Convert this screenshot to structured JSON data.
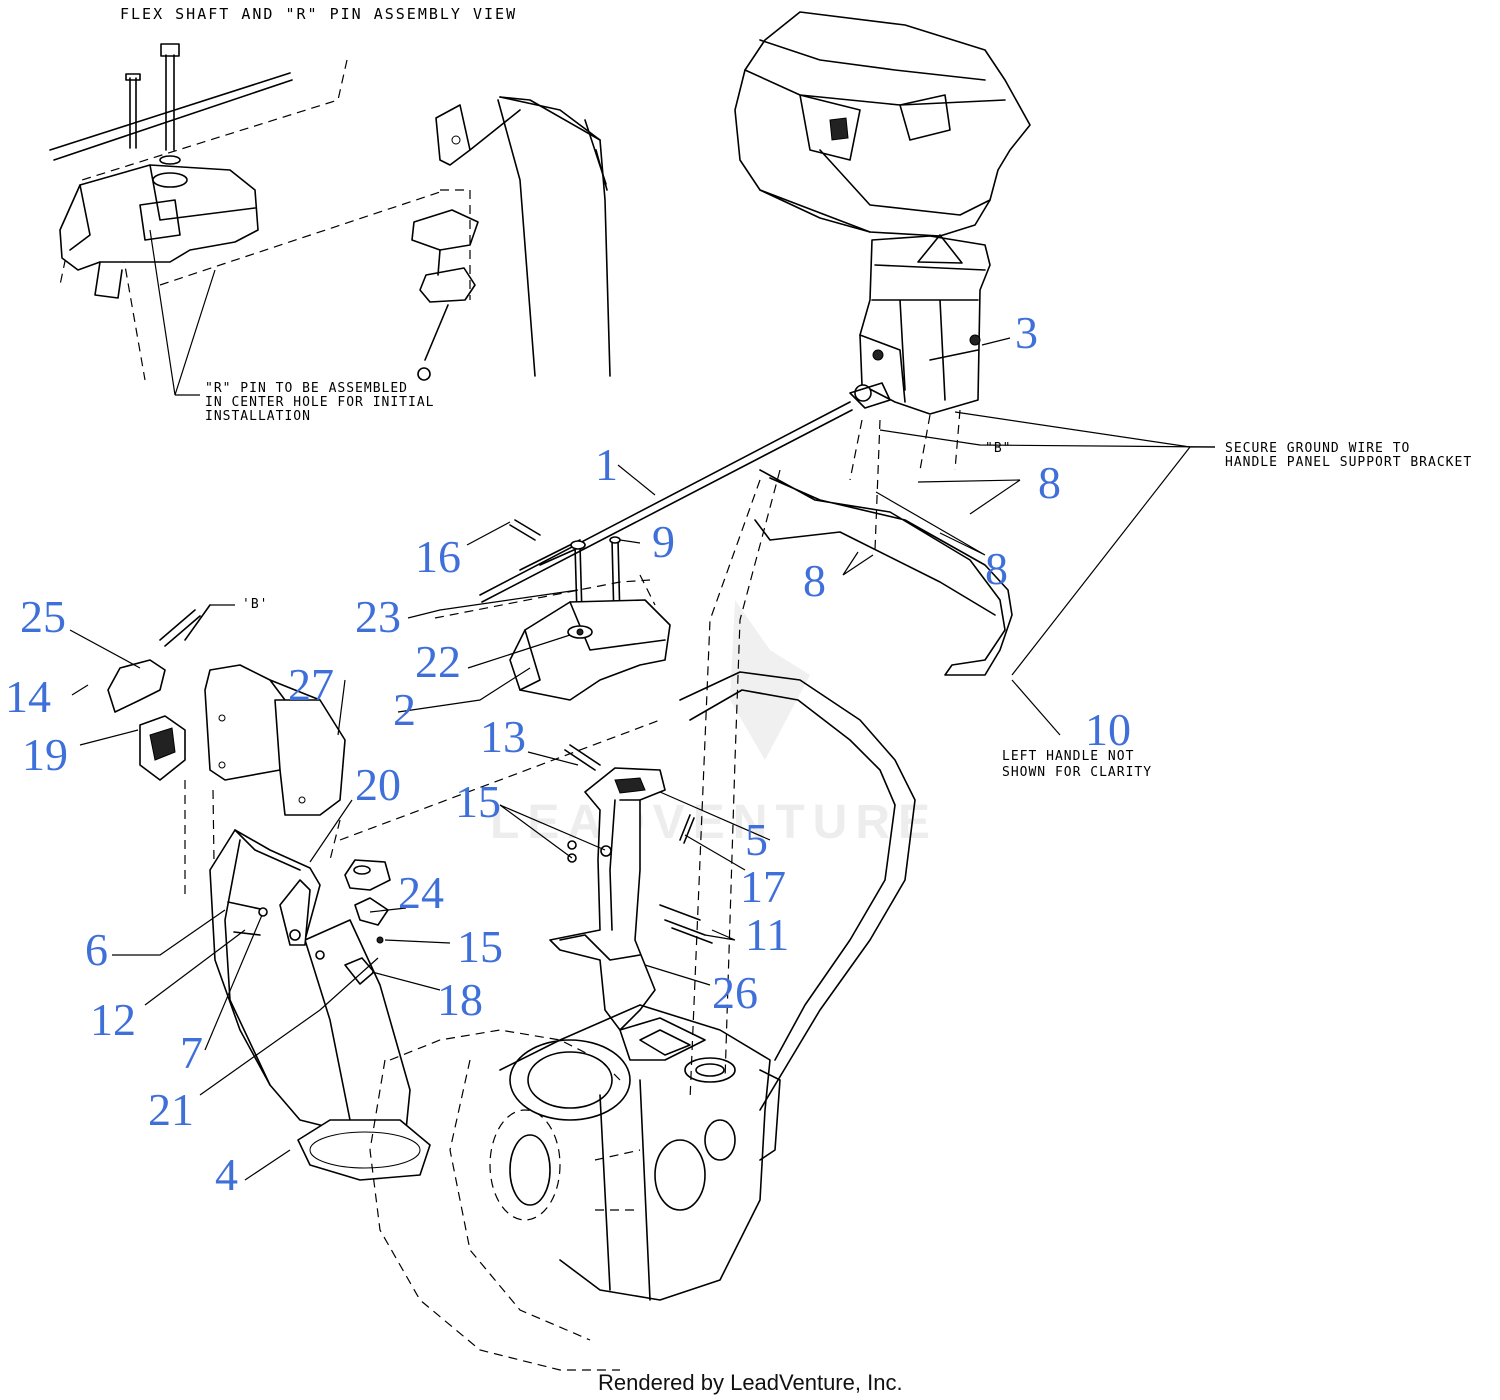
{
  "diagram": {
    "inset_title": "FLEX SHAFT AND \"R\" PIN ASSEMBLY VIEW",
    "notes": {
      "r_pin_line1": "\"R\" PIN TO BE ASSEMBLED",
      "r_pin_line2": "IN CENTER HOLE FOR INITIAL",
      "r_pin_line3": "INSTALLATION",
      "ground_line1": "SECURE GROUND WIRE TO",
      "ground_line2": "HANDLE PANEL SUPPORT BRACKET",
      "left_handle_line1": "LEFT HANDLE NOT",
      "left_handle_line2": "SHOWN FOR CLARITY",
      "b_marker_top": "\"B\"",
      "b_marker_left": "'B'"
    },
    "callouts": [
      "1",
      "2",
      "3",
      "4",
      "5",
      "6",
      "7",
      "8",
      "8",
      "8",
      "8",
      "9",
      "10",
      "11",
      "12",
      "13",
      "14",
      "15",
      "15",
      "16",
      "17",
      "18",
      "19",
      "20",
      "21",
      "22",
      "23",
      "24",
      "25",
      "26",
      "27"
    ],
    "watermark": "LEADVENTURE",
    "footer": "Rendered by LeadVenture, Inc."
  }
}
